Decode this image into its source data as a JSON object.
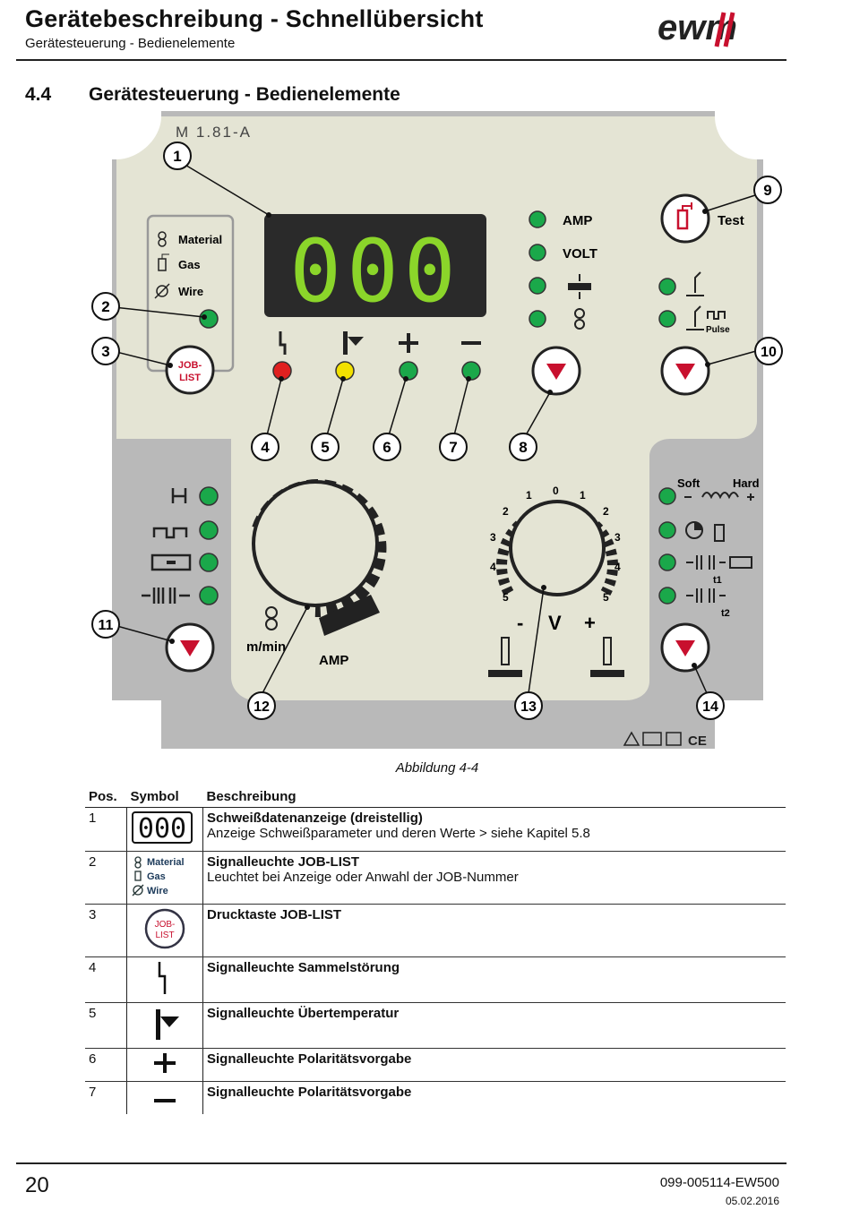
{
  "header": {
    "title": "Gerätebeschreibung - Schnellübersicht",
    "subtitle": "Gerätesteuerung - Bedienelemente",
    "brand": "ewm"
  },
  "section": {
    "number": "4.4",
    "title": "Gerätesteuerung - Bedienelemente"
  },
  "panel": {
    "model": "M 1.81-A",
    "display_value": "000",
    "job_group": {
      "material": "Material",
      "gas": "Gas",
      "wire": "Wire"
    },
    "job_button": "JOB-\nLIST",
    "job_button_line1": "JOB-",
    "job_button_line2": "LIST",
    "param_labels": {
      "amp": "AMP",
      "volt": "VOLT"
    },
    "test_label": "Test",
    "pulse_label": "Pulse",
    "soft_label": "Soft",
    "hard_label": "Hard",
    "left_knob": {
      "label_speed": "m/min",
      "label_amp": "AMP"
    },
    "voltage_knob": {
      "label_minus": "-",
      "label_v": "V",
      "label_plus": "+",
      "scale": [
        "5",
        "4",
        "3",
        "2",
        "1",
        "0",
        "1",
        "2",
        "3",
        "4",
        "5"
      ]
    },
    "t1_label": "t1",
    "t2_label": "t2",
    "led_colors": {
      "error": "#e02020",
      "temperature": "#f2e000",
      "plus": "#1aa84a",
      "minus": "#1aa84a",
      "green": "#1aa84a"
    },
    "callouts": [
      "1",
      "2",
      "3",
      "4",
      "5",
      "6",
      "7",
      "8",
      "9",
      "10",
      "11",
      "12",
      "13",
      "14"
    ]
  },
  "caption": "Abbildung 4-4",
  "table": {
    "headers": {
      "pos": "Pos.",
      "symbol": "Symbol",
      "desc": "Beschreibung"
    },
    "rows": [
      {
        "pos": "1",
        "symbol_icon": "display-000-icon",
        "symbol_text": "000",
        "title": "Schweißdatenanzeige (dreistellig)",
        "detail": "Anzeige Schweißparameter und deren Werte > siehe Kapitel 5.8"
      },
      {
        "pos": "2",
        "symbol_icon": "job-led-legend-icon",
        "symbol_material": "Material",
        "symbol_gas": "Gas",
        "symbol_wire": "Wire",
        "title": "Signalleuchte JOB-LIST",
        "detail": "Leuchtet bei Anzeige oder Anwahl der JOB-Nummer"
      },
      {
        "pos": "3",
        "symbol_icon": "job-list-button-icon",
        "symbol_line1": "JOB-",
        "symbol_line2": "LIST",
        "title": "Drucktaste JOB-LIST",
        "detail": ""
      },
      {
        "pos": "4",
        "symbol_icon": "collective-fault-icon",
        "title": "Signalleuchte Sammelstörung",
        "detail": ""
      },
      {
        "pos": "5",
        "symbol_icon": "overtemperature-icon",
        "title": "Signalleuchte Übertemperatur",
        "detail": ""
      },
      {
        "pos": "6",
        "symbol_icon": "plus-icon",
        "title": "Signalleuchte Polaritätsvorgabe",
        "detail": ""
      },
      {
        "pos": "7",
        "symbol_icon": "minus-icon",
        "title": "Signalleuchte Polaritätsvorgabe",
        "detail": ""
      }
    ]
  },
  "footer": {
    "page": "20",
    "doc_id": "099-005114-EW500",
    "date": "05.02.2016"
  }
}
